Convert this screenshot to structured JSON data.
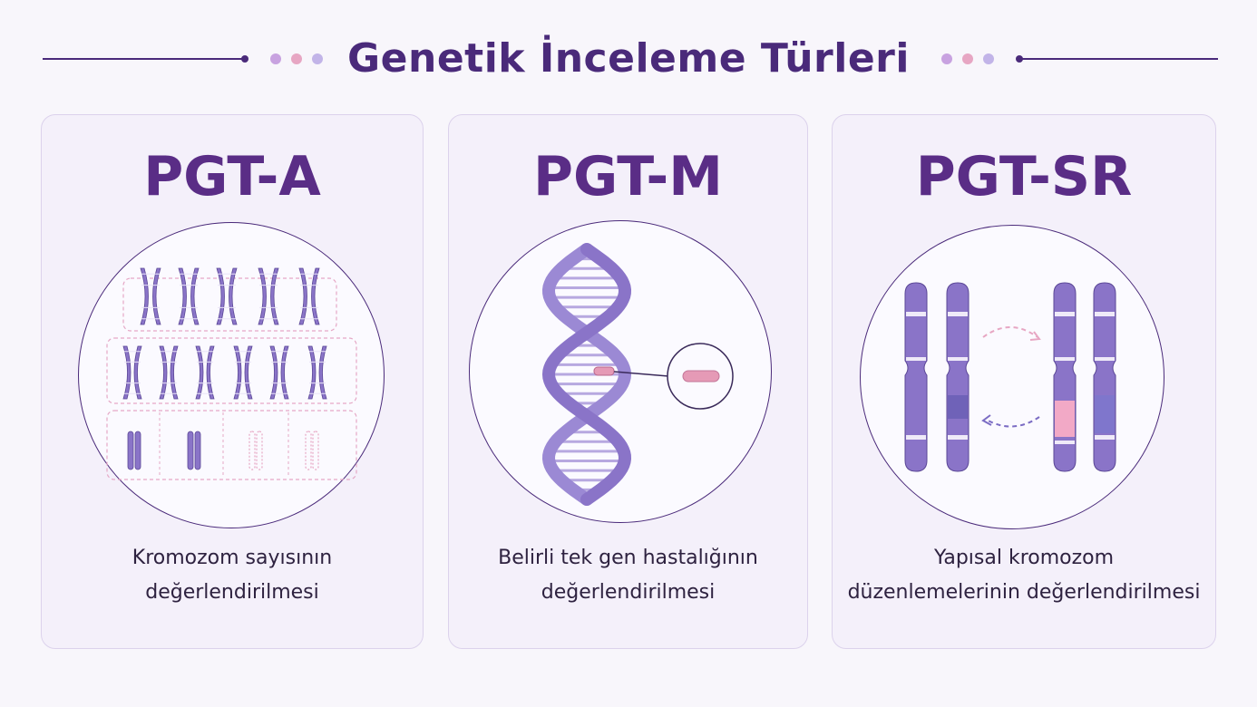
{
  "header": {
    "title": "Genetik İnceleme Türleri"
  },
  "colors": {
    "primary": "#4a2a7a",
    "title_accent": "#5a2d86",
    "chromosome": "#8a74c8",
    "mutation_pink": "#e59ab6",
    "dot_lilac": "#c8a2e0",
    "dot_pink": "#e7a6c3",
    "dot_lavender": "#c2b4e8"
  },
  "cards": [
    {
      "title": "PGT-A",
      "icon": "chromosome-karyotype-icon",
      "description_line1": "Kromozom sayısının",
      "description_line2": "değerlendirilmesi"
    },
    {
      "title": "PGT-M",
      "icon": "dna-helix-icon",
      "description_line1": "Belirli tek gen hastalığının",
      "description_line2": "değerlendirilmesi"
    },
    {
      "title": "PGT-SR",
      "icon": "chromosome-translocation-icon",
      "description_line1": "Yapısal kromozom",
      "description_line2": "düzenlemelerinin değerlendirilmesi"
    }
  ]
}
